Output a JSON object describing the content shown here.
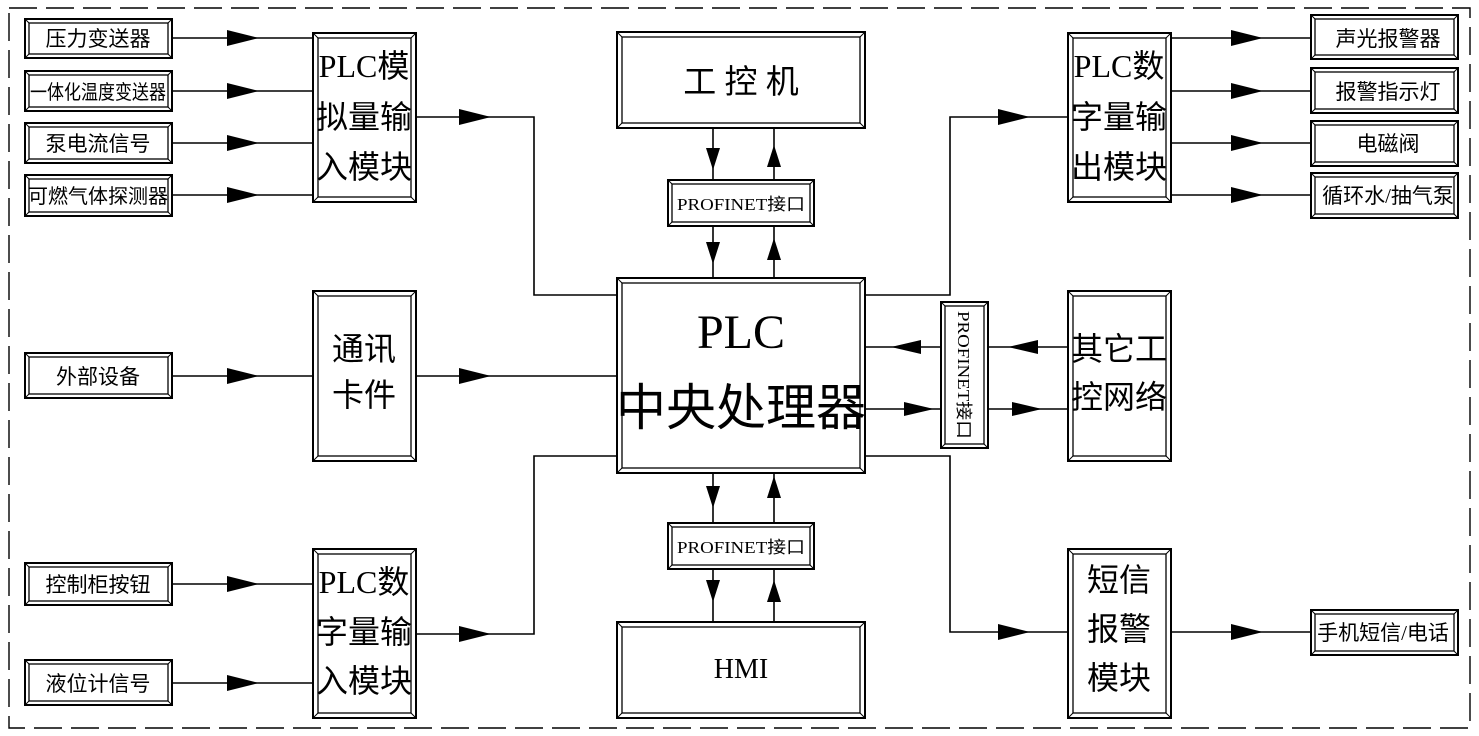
{
  "inputs_analog": [
    "压力变送器",
    "一体化温度变送器",
    "泵电流信号",
    "可燃气体探测器"
  ],
  "input_external": "外部设备",
  "inputs_digital": [
    "控制柜按钮",
    "液位计信号"
  ],
  "mod_ai": [
    "PLC模",
    "拟量输",
    "入模块"
  ],
  "mod_comm": [
    "通讯",
    "卡件"
  ],
  "mod_di": [
    "PLC数",
    "字量输",
    "入模块"
  ],
  "ipc": "工 控 机",
  "profinet": "PROFINET接口",
  "cpu": [
    "PLC",
    "中央处理器"
  ],
  "hmi": "HMI",
  "mod_do": [
    "PLC数",
    "字量输",
    "出模块"
  ],
  "outputs_digital": [
    "声光报警器",
    "报警指示灯",
    "电磁阀",
    "循环水/抽气泵"
  ],
  "other_net": [
    "其它工",
    "控网络"
  ],
  "mod_sms": [
    "短信",
    "报警",
    "模块"
  ],
  "output_phone": "手机短信/电话"
}
